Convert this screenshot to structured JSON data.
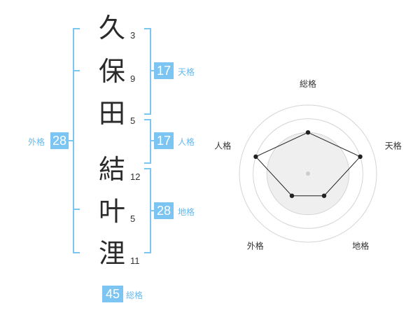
{
  "name": {
    "chars": [
      {
        "char": "久",
        "strokes": "3"
      },
      {
        "char": "保",
        "strokes": "9"
      },
      {
        "char": "田",
        "strokes": "5"
      },
      {
        "char": "結",
        "strokes": "12"
      },
      {
        "char": "叶",
        "strokes": "5"
      },
      {
        "char": "浬",
        "strokes": "11"
      }
    ]
  },
  "grids": {
    "tenkaku": {
      "value": "17",
      "label": "天格"
    },
    "jinkaku": {
      "value": "17",
      "label": "人格"
    },
    "chikaku": {
      "value": "28",
      "label": "地格"
    },
    "gaikaku": {
      "value": "28",
      "label": "外格"
    },
    "soukaku": {
      "value": "45",
      "label": "総格"
    }
  },
  "colors": {
    "accent": "#7cc5f2",
    "label": "#66b9ec"
  },
  "chart_data": {
    "type": "radar",
    "axes": [
      "総格",
      "天格",
      "地格",
      "外格",
      "人格"
    ],
    "values": [
      3,
      4,
      2,
      2,
      4
    ],
    "rlim": [
      0,
      5
    ],
    "grid": true
  }
}
